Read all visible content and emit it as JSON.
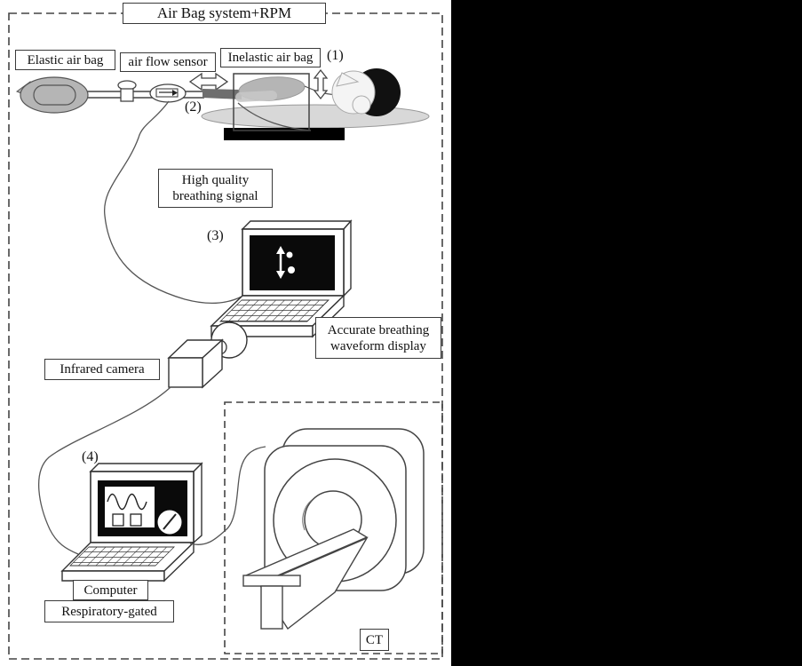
{
  "diagram": {
    "title": "Air Bag system+RPM",
    "labels": {
      "elastic_air_bag": "Elastic air bag",
      "air_flow_sensor": "air flow sensor",
      "inelastic_air_bag": "Inelastic air bag",
      "high_quality_line1": "High quality",
      "high_quality_line2": "breathing signal",
      "accurate_line1": "Accurate breathing",
      "accurate_line2": "waveform display",
      "infrared_camera": "Infrared camera",
      "computer": "Computer",
      "respiratory_gated": "Respiratory-gated",
      "ct": "CT"
    },
    "markers": {
      "m1": "(1)",
      "m2": "(2)",
      "m3": "(3)",
      "m4": "(4)"
    },
    "colors": {
      "bag_gray": "#b5b5b5",
      "bed_gray": "#d8d8d8",
      "tube_dark": "#6e6e6e",
      "line": "#444444",
      "screen_black": "#0a0a0a"
    }
  }
}
